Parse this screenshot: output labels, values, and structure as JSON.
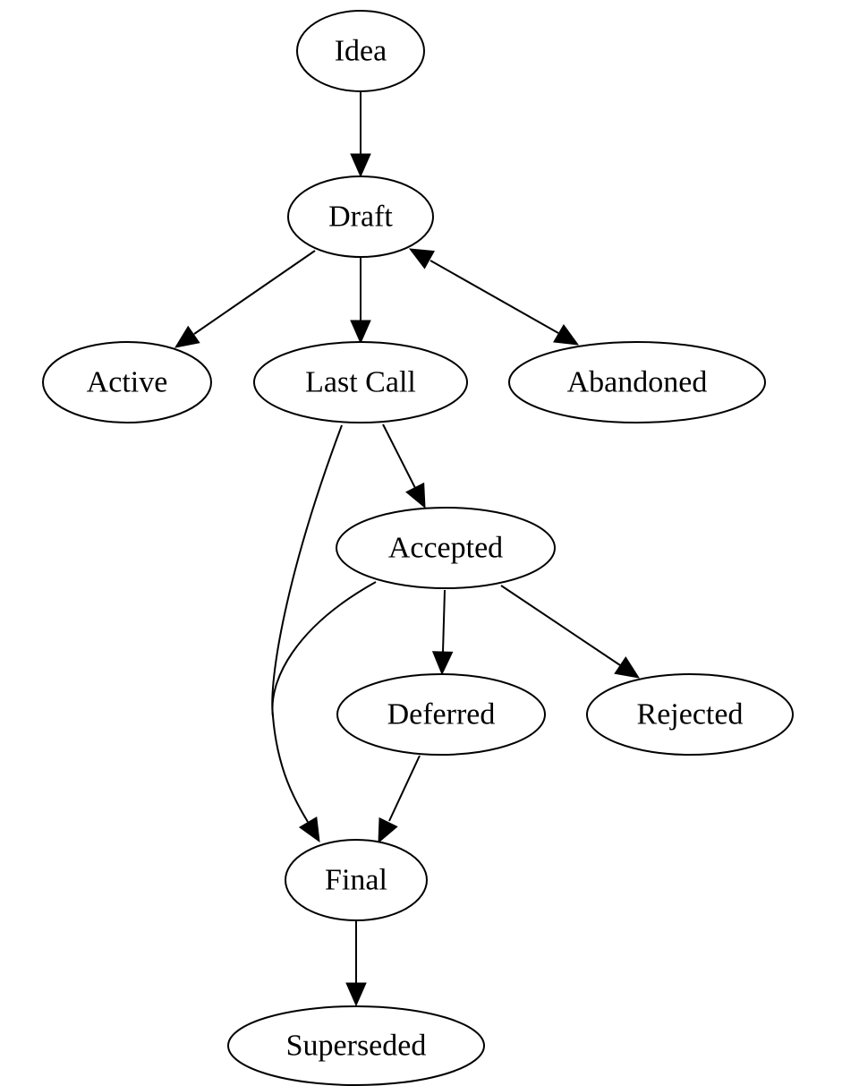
{
  "nodes": [
    {
      "id": "idea",
      "label": "Idea"
    },
    {
      "id": "draft",
      "label": "Draft"
    },
    {
      "id": "active",
      "label": "Active"
    },
    {
      "id": "last_call",
      "label": "Last Call"
    },
    {
      "id": "abandoned",
      "label": "Abandoned"
    },
    {
      "id": "accepted",
      "label": "Accepted"
    },
    {
      "id": "deferred",
      "label": "Deferred"
    },
    {
      "id": "rejected",
      "label": "Rejected"
    },
    {
      "id": "final",
      "label": "Final"
    },
    {
      "id": "superseded",
      "label": "Superseded"
    }
  ],
  "edges": [
    {
      "from": "idea",
      "to": "draft",
      "direction": "forward"
    },
    {
      "from": "draft",
      "to": "active",
      "direction": "forward"
    },
    {
      "from": "draft",
      "to": "last_call",
      "direction": "forward"
    },
    {
      "from": "draft",
      "to": "abandoned",
      "direction": "both"
    },
    {
      "from": "last_call",
      "to": "accepted",
      "direction": "forward"
    },
    {
      "from": "last_call",
      "to": "final",
      "direction": "forward"
    },
    {
      "from": "accepted",
      "to": "deferred",
      "direction": "forward"
    },
    {
      "from": "accepted",
      "to": "rejected",
      "direction": "forward"
    },
    {
      "from": "accepted",
      "to": "final",
      "direction": "forward"
    },
    {
      "from": "deferred",
      "to": "final",
      "direction": "forward"
    },
    {
      "from": "final",
      "to": "superseded",
      "direction": "forward"
    }
  ],
  "colors": {
    "stroke": "#000000",
    "background": "#ffffff"
  }
}
